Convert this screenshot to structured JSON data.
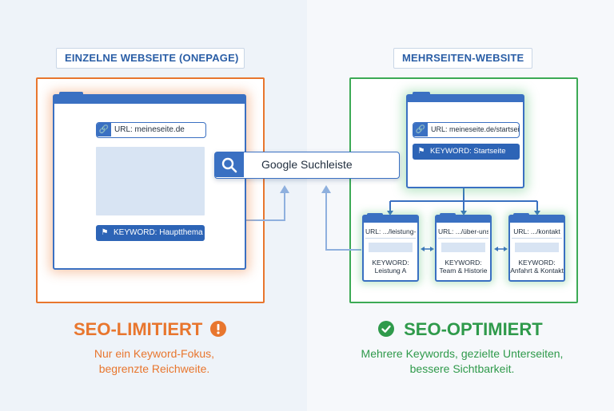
{
  "left": {
    "section_label": "EINZELNE WEBSEITE (ONEPAGE)",
    "url": "URL: meineseite.de",
    "keyword": "KEYWORD: Hauptthema",
    "headline": "SEO-LIMITIERT",
    "description_line1": "Nur ein Keyword-Fokus,",
    "description_line2": "begrenzte Reichweite."
  },
  "search": {
    "label": "Google Suchleiste"
  },
  "right": {
    "section_label": "MEHRSEITEN-WEBSITE",
    "main_url": "URL: meineseite.de/startseite",
    "main_keyword": "KEYWORD: Startseite",
    "subpages": [
      {
        "url": "URL: .../leistung-a",
        "keyword_line1": "KEYWORD:",
        "keyword_line2": "Leistung A"
      },
      {
        "url": "URL: .../über-uns",
        "keyword_line1": "KEYWORD:",
        "keyword_line2": "Team & Historie"
      },
      {
        "url": "URL: .../kontakt",
        "keyword_line1": "KEYWORD:",
        "keyword_line2": "Anfahrt & Kontakt"
      }
    ],
    "headline": "SEO-OPTIMIERT",
    "description_line1": "Mehrere Keywords, gezielte Unterseiten,",
    "description_line2": "bessere Sichtbarkeit."
  },
  "colors": {
    "orange": "#e8762e",
    "green": "#3caa55",
    "blue": "#3a70c2"
  },
  "icons": {
    "link": "link-icon",
    "tag": "tag-icon",
    "search": "search-icon",
    "warning": "exclamation-circle-icon",
    "check": "check-circle-icon"
  }
}
